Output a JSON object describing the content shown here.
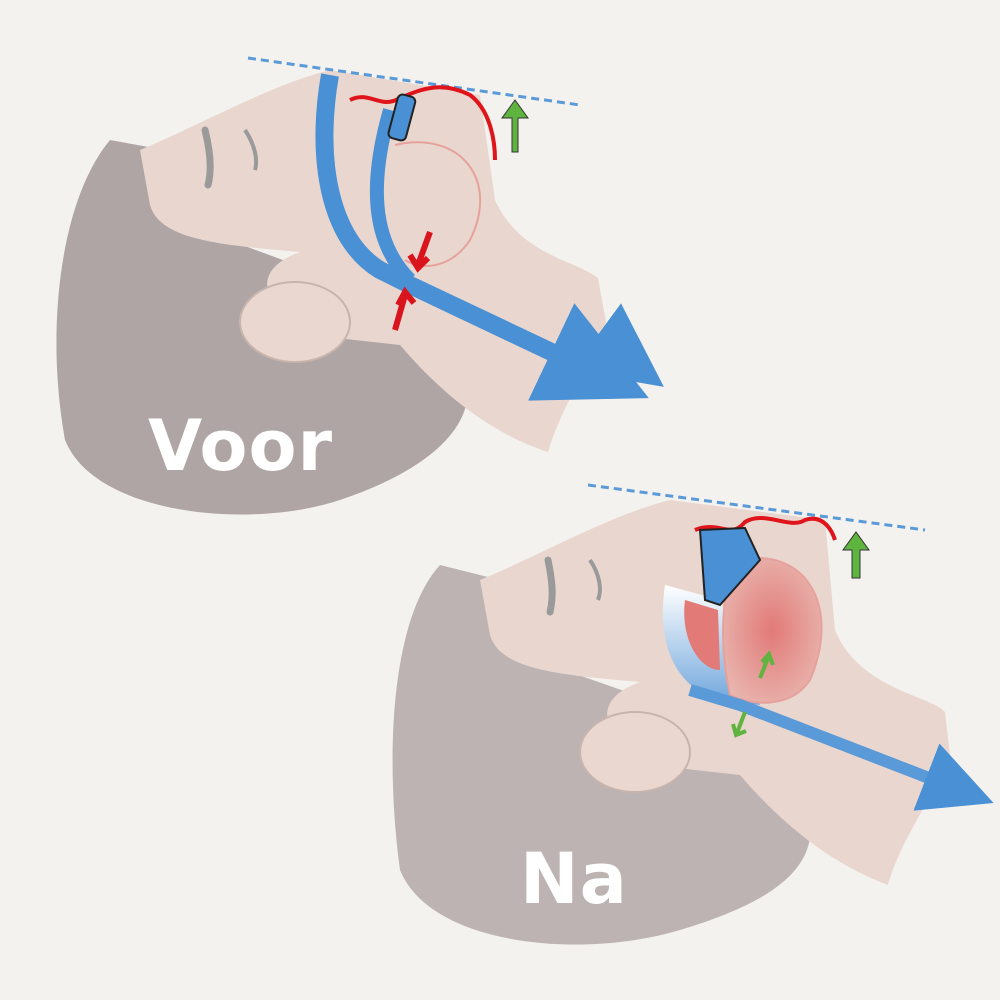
{
  "panels": [
    {
      "label": "Voor",
      "state": "before"
    },
    {
      "label": "Na",
      "state": "after"
    }
  ],
  "colors": {
    "background": "#f3f2ee",
    "hair": "#b0a5a5",
    "skin": "#e9d7cf",
    "airway": "#4a90d4",
    "gums": "#e0141b",
    "arrow_green": "#5fb440",
    "arrow_red": "#d9141c"
  }
}
